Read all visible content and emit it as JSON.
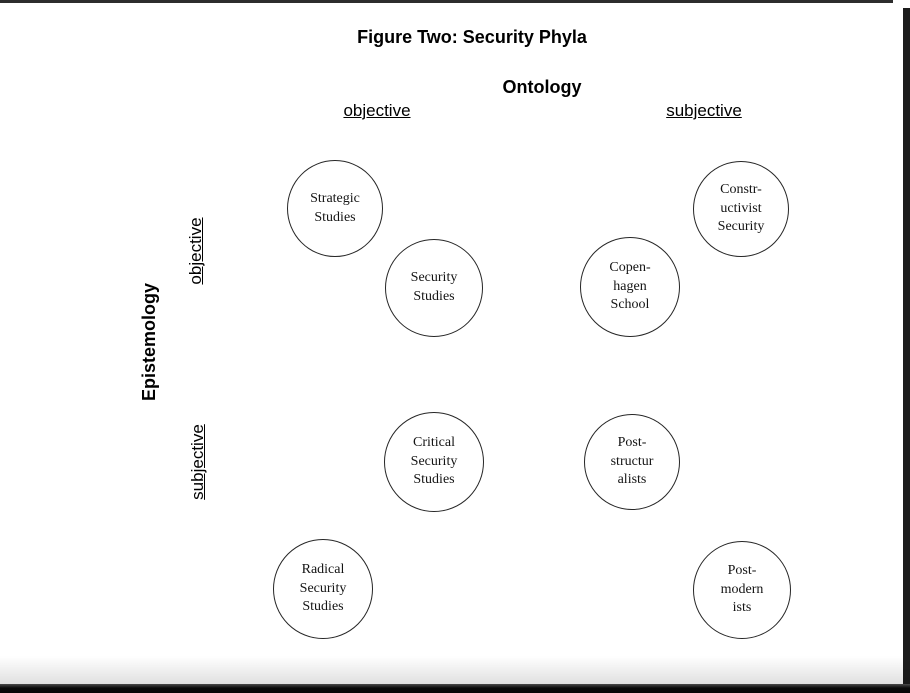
{
  "colors": {
    "page_background": "#ffffff",
    "scan_edge": "#1c1c1c",
    "text": "#000000",
    "circle_border": "#262626"
  },
  "figure": {
    "title": "Figure Two: Security Phyla",
    "ontology_axis": {
      "label": "Ontology",
      "objective": "objective",
      "subjective": "subjective"
    },
    "epistemology_axis": {
      "label": "Epistemology",
      "objective": "objective",
      "subjective": "subjective"
    },
    "circles": {
      "strategic_studies": "Strategic\nStudies",
      "security_studies": "Security\nStudies",
      "copenhagen_school": "Copen-\nhagen\nSchool",
      "constructivist_security": "Constr-\nuctivist\nSecurity",
      "critical_security_studies": "Critical\nSecurity\nStudies",
      "post_structuralists": "Post-\nstructur\nalists",
      "radical_security_studies": "Radical\nSecurity\nStudies",
      "post_modernists": "Post-\nmodern\nists"
    }
  }
}
